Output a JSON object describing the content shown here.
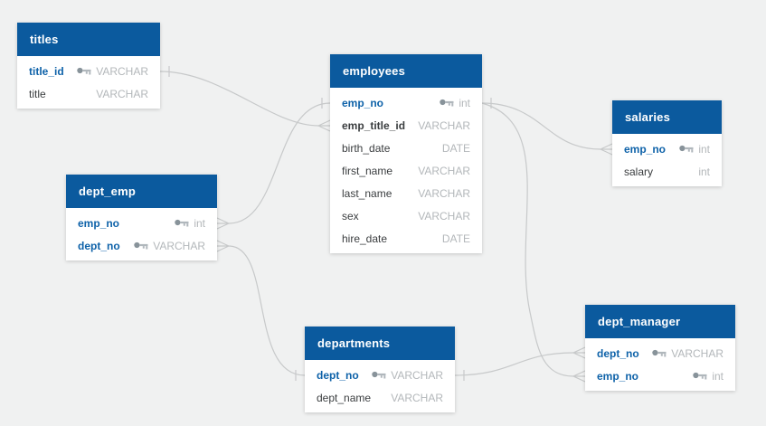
{
  "diagram": {
    "background_color": "#f0f1f1",
    "header_color": "#0b5a9e",
    "primary_key_color": "#0e62a9",
    "type_text_color": "#b3b7ba",
    "relationship_line_color": "#c7c9ca",
    "icons": {
      "primary_key": "key-icon"
    },
    "tables": [
      {
        "name": "titles",
        "fields": [
          {
            "name": "title_id",
            "type": "VARCHAR",
            "key": true
          },
          {
            "name": "title",
            "type": "VARCHAR"
          }
        ]
      },
      {
        "name": "employees",
        "fields": [
          {
            "name": "emp_no",
            "type": "int",
            "key": true
          },
          {
            "name": "emp_title_id",
            "type": "VARCHAR",
            "bold": true
          },
          {
            "name": "birth_date",
            "type": "DATE"
          },
          {
            "name": "first_name",
            "type": "VARCHAR"
          },
          {
            "name": "last_name",
            "type": "VARCHAR"
          },
          {
            "name": "sex",
            "type": "VARCHAR"
          },
          {
            "name": "hire_date",
            "type": "DATE"
          }
        ]
      },
      {
        "name": "salaries",
        "fields": [
          {
            "name": "emp_no",
            "type": "int",
            "key": true
          },
          {
            "name": "salary",
            "type": "int"
          }
        ]
      },
      {
        "name": "dept_emp",
        "fields": [
          {
            "name": "emp_no",
            "type": "int",
            "key": true
          },
          {
            "name": "dept_no",
            "type": "VARCHAR",
            "key": true
          }
        ]
      },
      {
        "name": "departments",
        "fields": [
          {
            "name": "dept_no",
            "type": "VARCHAR",
            "key": true
          },
          {
            "name": "dept_name",
            "type": "VARCHAR"
          }
        ]
      },
      {
        "name": "dept_manager",
        "fields": [
          {
            "name": "dept_no",
            "type": "VARCHAR",
            "key": true
          },
          {
            "name": "emp_no",
            "type": "int",
            "key": true
          }
        ]
      }
    ],
    "relationships": [
      {
        "one_end": "titles.title_id",
        "many_end": "employees.emp_title_id"
      },
      {
        "one_end": "employees.emp_no",
        "many_end": "dept_emp.emp_no"
      },
      {
        "one_end": "employees.emp_no",
        "many_end": "salaries.emp_no"
      },
      {
        "one_end": "employees.emp_no",
        "many_end": "dept_manager.emp_no"
      },
      {
        "one_end": "departments.dept_no",
        "many_end": "dept_emp.dept_no"
      },
      {
        "one_end": "departments.dept_no",
        "many_end": "dept_manager.dept_no"
      }
    ]
  }
}
